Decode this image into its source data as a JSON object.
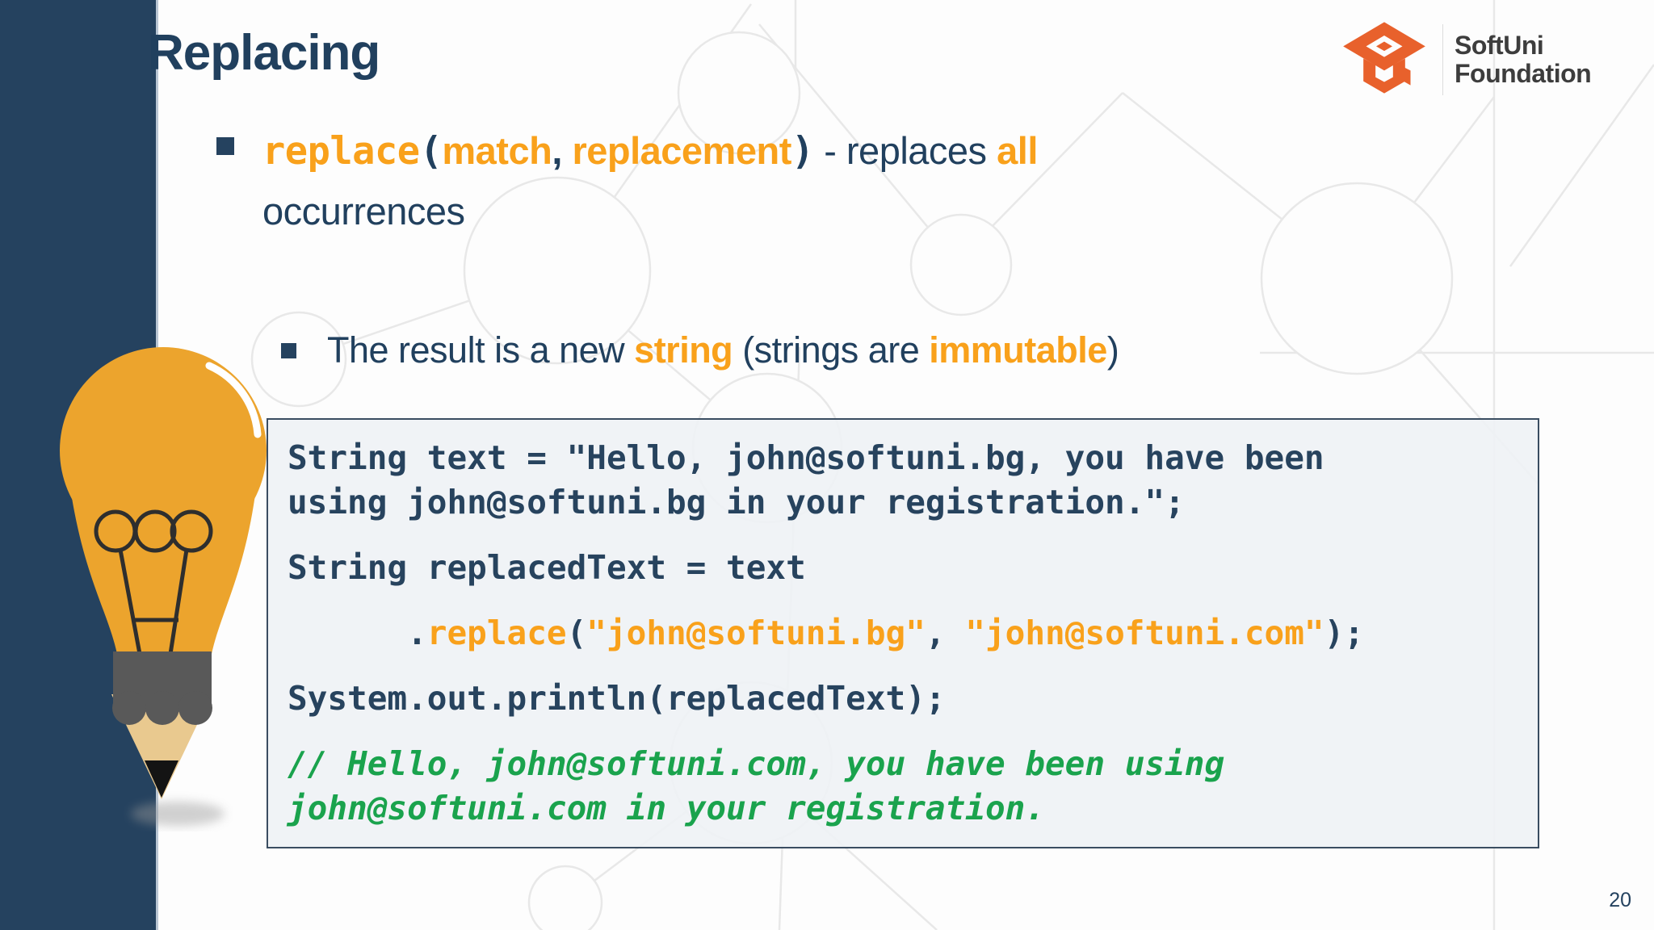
{
  "slide": {
    "title": "Replacing",
    "page_number": "20"
  },
  "logo": {
    "line1": "SoftUni",
    "line2": "Foundation",
    "icon": "graduation-cap-icon"
  },
  "bullets": {
    "b1": {
      "code_fn": "replace",
      "paren_open": "(",
      "arg1": "match",
      "comma": ", ",
      "arg2": "replacement",
      "paren_close": ")",
      "mid": " - replaces ",
      "highlight": "all",
      "line2": "occurrences"
    },
    "b2": {
      "t1": "The result is a new ",
      "h1": "string",
      "t2": " (strings are ",
      "h2": "immutable",
      "t3": ")"
    }
  },
  "code": {
    "paragraphs": [
      {
        "lines": [
          [
            {
              "t": "String text = \"Hello, john@softuni.bg, you have been",
              "c": "navy"
            }
          ],
          [
            {
              "t": "using john@softuni.bg in your registration.\";",
              "c": "navy"
            }
          ]
        ]
      },
      {
        "lines": [
          [
            {
              "t": "String replacedText = text",
              "c": "navy"
            }
          ]
        ]
      },
      {
        "lines": [
          [
            {
              "t": "      .",
              "c": "navy"
            },
            {
              "t": "replace",
              "c": "orange"
            },
            {
              "t": "(",
              "c": "navy"
            },
            {
              "t": "\"john@softuni.bg\"",
              "c": "orange"
            },
            {
              "t": ", ",
              "c": "navy"
            },
            {
              "t": "\"john@softuni.com\"",
              "c": "orange"
            },
            {
              "t": ");",
              "c": "navy"
            }
          ]
        ]
      },
      {
        "lines": [
          [
            {
              "t": "System.out.println(replacedText);",
              "c": "navy"
            }
          ]
        ]
      },
      {
        "lines": [
          [
            {
              "t": "// Hello, john@softuni.com, you have been using",
              "c": "green"
            }
          ],
          [
            {
              "t": "john@softuni.com in your registration.",
              "c": "green"
            }
          ]
        ]
      }
    ]
  },
  "colors": {
    "navy_text": "#21405e",
    "orange_accent": "#f9a11b",
    "green_comment": "#1aa34d",
    "sidebar": "#25425f",
    "code_bg": "#eef1f5",
    "code_border": "#3a4d61",
    "logo_orange": "#e8612c",
    "logo_text": "#3d3d3d",
    "bulb_orange": "#eca42d"
  }
}
